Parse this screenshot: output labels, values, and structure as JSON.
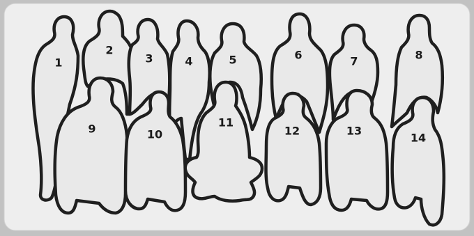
{
  "diagram": {
    "figures": [
      {
        "id": 1,
        "label": "1"
      },
      {
        "id": 2,
        "label": "2"
      },
      {
        "id": 3,
        "label": "3"
      },
      {
        "id": 4,
        "label": "4"
      },
      {
        "id": 5,
        "label": "5"
      },
      {
        "id": 6,
        "label": "6"
      },
      {
        "id": 7,
        "label": "7"
      },
      {
        "id": 8,
        "label": "8"
      },
      {
        "id": 9,
        "label": "9"
      },
      {
        "id": 10,
        "label": "10"
      },
      {
        "id": 11,
        "label": "11"
      },
      {
        "id": 12,
        "label": "12"
      },
      {
        "id": 13,
        "label": "13"
      },
      {
        "id": 14,
        "label": "14"
      }
    ],
    "colors": {
      "panel_fill": "#eeeeee",
      "outline": "#1f1f1f",
      "background": "#c2c2c2"
    }
  }
}
